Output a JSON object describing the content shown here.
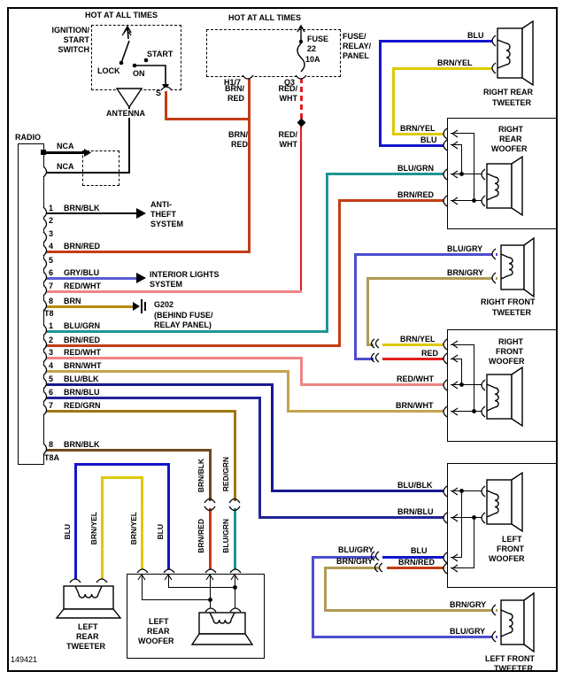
{
  "id_number": "149421",
  "colors": {
    "blu": "#1414cc",
    "brn_yel": "#ddc900",
    "blu_grn": "#1e9494",
    "brn_red": "#c43d14",
    "red_wht": "#f08383",
    "red": "#e51d1d",
    "brn_wht": "#c3a44f",
    "blu_blk": "#191991",
    "brn_blu": "#23239b",
    "red_grn": "#a07612",
    "brn": "#b78a0f",
    "gry_blu": "#5b5bd6",
    "brn_blk": "#6e4a1e",
    "blu_gry": "#4d4dcf",
    "brn_gry": "#b09a55",
    "black": "#000000"
  },
  "top_left": {
    "hot": "HOT AT ALL TIMES",
    "switch_l1": "IGNITION/",
    "switch_l2": "START",
    "switch_l3": "SWITCH",
    "pos_lock": "LOCK",
    "pos_on": "ON",
    "pos_start": "START",
    "terminal_s": "S"
  },
  "top_right": {
    "hot": "HOT AT ALL TIMES",
    "fuse_l1": "FUSE",
    "fuse_l2": "22",
    "fuse_l3": "10A",
    "panel_l1": "FUSE/",
    "panel_l2": "RELAY/",
    "panel_l3": "PANEL",
    "terminal_h17": "H1/7",
    "terminal_q3": "Q3",
    "brn_red_u1": "BRN/",
    "brn_red_u2": "RED",
    "brn_red_d1": "BRN/",
    "brn_red_d2": "RED",
    "red_wht_u1": "RED/",
    "red_wht_u2": "WHT",
    "red_wht_d1": "RED/",
    "red_wht_d2": "WHT"
  },
  "antenna_label": "ANTENNA",
  "radio": {
    "label": "RADIO",
    "nca1": "NCA",
    "nca2": "NCA",
    "t8_label": "T8",
    "t8a_label": "T8A",
    "c1_pins": [
      {
        "num": "1",
        "label": "BRN/BLK"
      },
      {
        "num": "2",
        "label": ""
      },
      {
        "num": "3",
        "label": ""
      },
      {
        "num": "4",
        "label": "BRN/RED"
      },
      {
        "num": "5",
        "label": ""
      },
      {
        "num": "6",
        "label": "GRY/BLU"
      },
      {
        "num": "7",
        "label": "RED/WHT"
      },
      {
        "num": "8",
        "label": "BRN"
      }
    ],
    "c2_pins": [
      {
        "num": "1",
        "label": "BLU/GRN"
      },
      {
        "num": "2",
        "label": "BRN/RED"
      },
      {
        "num": "3",
        "label": "RED/WHT"
      },
      {
        "num": "4",
        "label": "BRN/WHT"
      },
      {
        "num": "5",
        "label": "BLU/BLK"
      },
      {
        "num": "6",
        "label": "BRN/BLU"
      },
      {
        "num": "7",
        "label": "RED/GRN"
      },
      {
        "num": "8",
        "label": "BRN/BLK"
      }
    ]
  },
  "systems": {
    "antitheft_l1": "ANTI-",
    "antitheft_l2": "THEFT",
    "antitheft_l3": "SYSTEM",
    "interior_l1": "INTERIOR LIGHTS",
    "interior_l2": "SYSTEM",
    "ground_name": "G202",
    "ground_loc_l1": "(BEHIND FUSE/",
    "ground_loc_l2": "RELAY PANEL)"
  },
  "vertical_labels": {
    "v1": "BLU",
    "v2": "BRN/YEL",
    "v3": "BRN/YEL",
    "v4": "BLU",
    "v5": "BRN/BLK",
    "v6": "RED/GRN",
    "v7": "BRN/RED",
    "v8": "BLU/GRN"
  },
  "speakers": {
    "right_rear_tweeter": {
      "name_l1": "RIGHT REAR",
      "name_l2": "TWEETER",
      "wire1": "BLU",
      "wire2": "BRN/YEL"
    },
    "right_rear_woofer": {
      "name_l1": "RIGHT",
      "name_l2": "REAR",
      "name_l3": "WOOFER",
      "wire1": "BRN/YEL",
      "wire2": "BLU",
      "wire3": "BLU/GRN",
      "wire4": "BRN/RED"
    },
    "right_front_tweeter": {
      "name_l1": "RIGHT FRONT",
      "name_l2": "TWEETER",
      "wire1": "BLU/GRY",
      "wire2": "BRN/GRY"
    },
    "right_front_woofer": {
      "name_l1": "RIGHT",
      "name_l2": "FRONT",
      "name_l3": "WOOFER",
      "wire1": "BRN/YEL",
      "wire2": "RED",
      "wire3": "RED/WHT",
      "wire4": "BRN/WHT"
    },
    "left_front_woofer": {
      "name_l1": "LEFT",
      "name_l2": "FRONT",
      "name_l3": "WOOFER",
      "wire1": "BLU/BLK",
      "wire2": "BRN/BLU",
      "wire3": "BLU",
      "wire4": "BRN/RED",
      "branch1": "BLU/GRY",
      "branch2": "BRN/GRY"
    },
    "left_front_tweeter": {
      "name_l1": "LEFT FRONT",
      "name_l2": "TWEETER",
      "wire1": "BRN/GRY",
      "wire2": "BLU/GRY"
    },
    "left_rear_tweeter": {
      "name_l1": "LEFT",
      "name_l2": "REAR",
      "name_l3": "TWEETER"
    },
    "left_rear_woofer": {
      "name_l1": "LEFT",
      "name_l2": "REAR",
      "name_l3": "WOOFER"
    }
  }
}
